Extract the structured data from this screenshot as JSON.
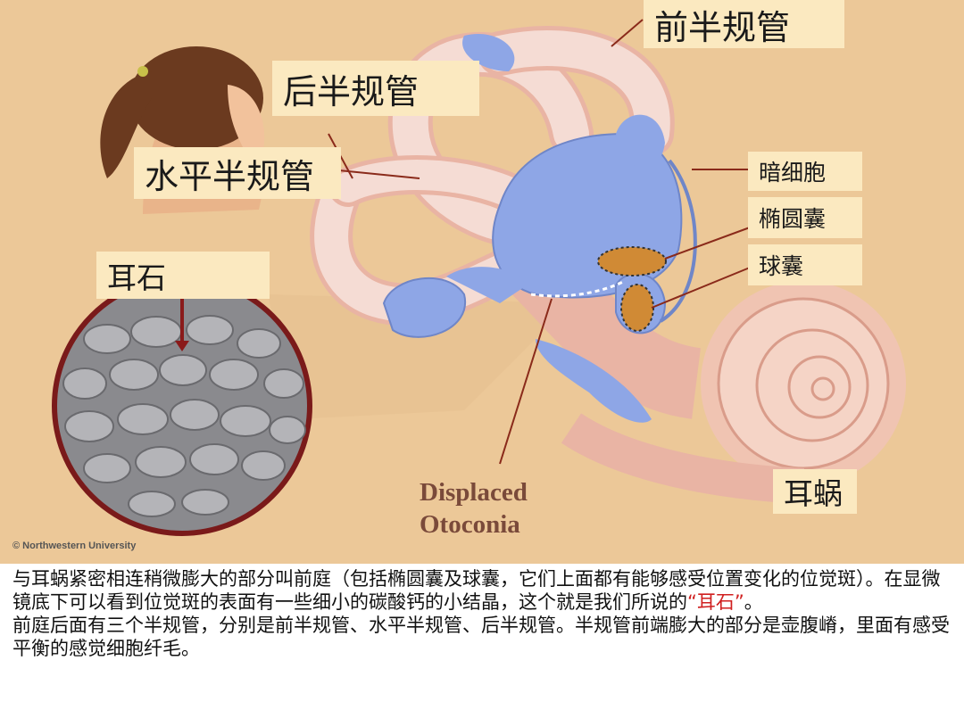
{
  "labels": {
    "anterior_canal": "前半规管",
    "posterior_canal": "后半规管",
    "horizontal_canal": "水平半规管",
    "otoliths": "耳石",
    "dark_cells": "暗细胞",
    "utricle": "椭圆囊",
    "saccule": "球囊",
    "cochlea": "耳蜗"
  },
  "figure_text": {
    "displaced_line1": "Displaced",
    "displaced_line2": "Otoconia",
    "credit": "© Northwestern University"
  },
  "caption": {
    "p1_before": "与耳蜗紧密相连稍微膨大的部分叫前庭（包括椭圆囊及球囊，它们上面都有能够感受位置变化的位觉斑）。在显微镜底下可以看到位觉斑的表面有一些细小的碳酸钙的小结晶，这个就是我们所说的",
    "p1_highlight": "“耳石”",
    "p1_after": "。",
    "p2": "前庭后面有三个半规管，分别是前半规管、水平半规管、后半规管。半规管前端膨大的部分是壶腹嵴，里面有感受平衡的感觉细胞纤毛。"
  },
  "colors": {
    "background": "#ecc898",
    "label_box": "#fbe9c0",
    "canal": "#f3d2c8",
    "vestibule": "#8ea6e6",
    "otolith_patch": "#d08a35",
    "highlight": "#d02020"
  }
}
